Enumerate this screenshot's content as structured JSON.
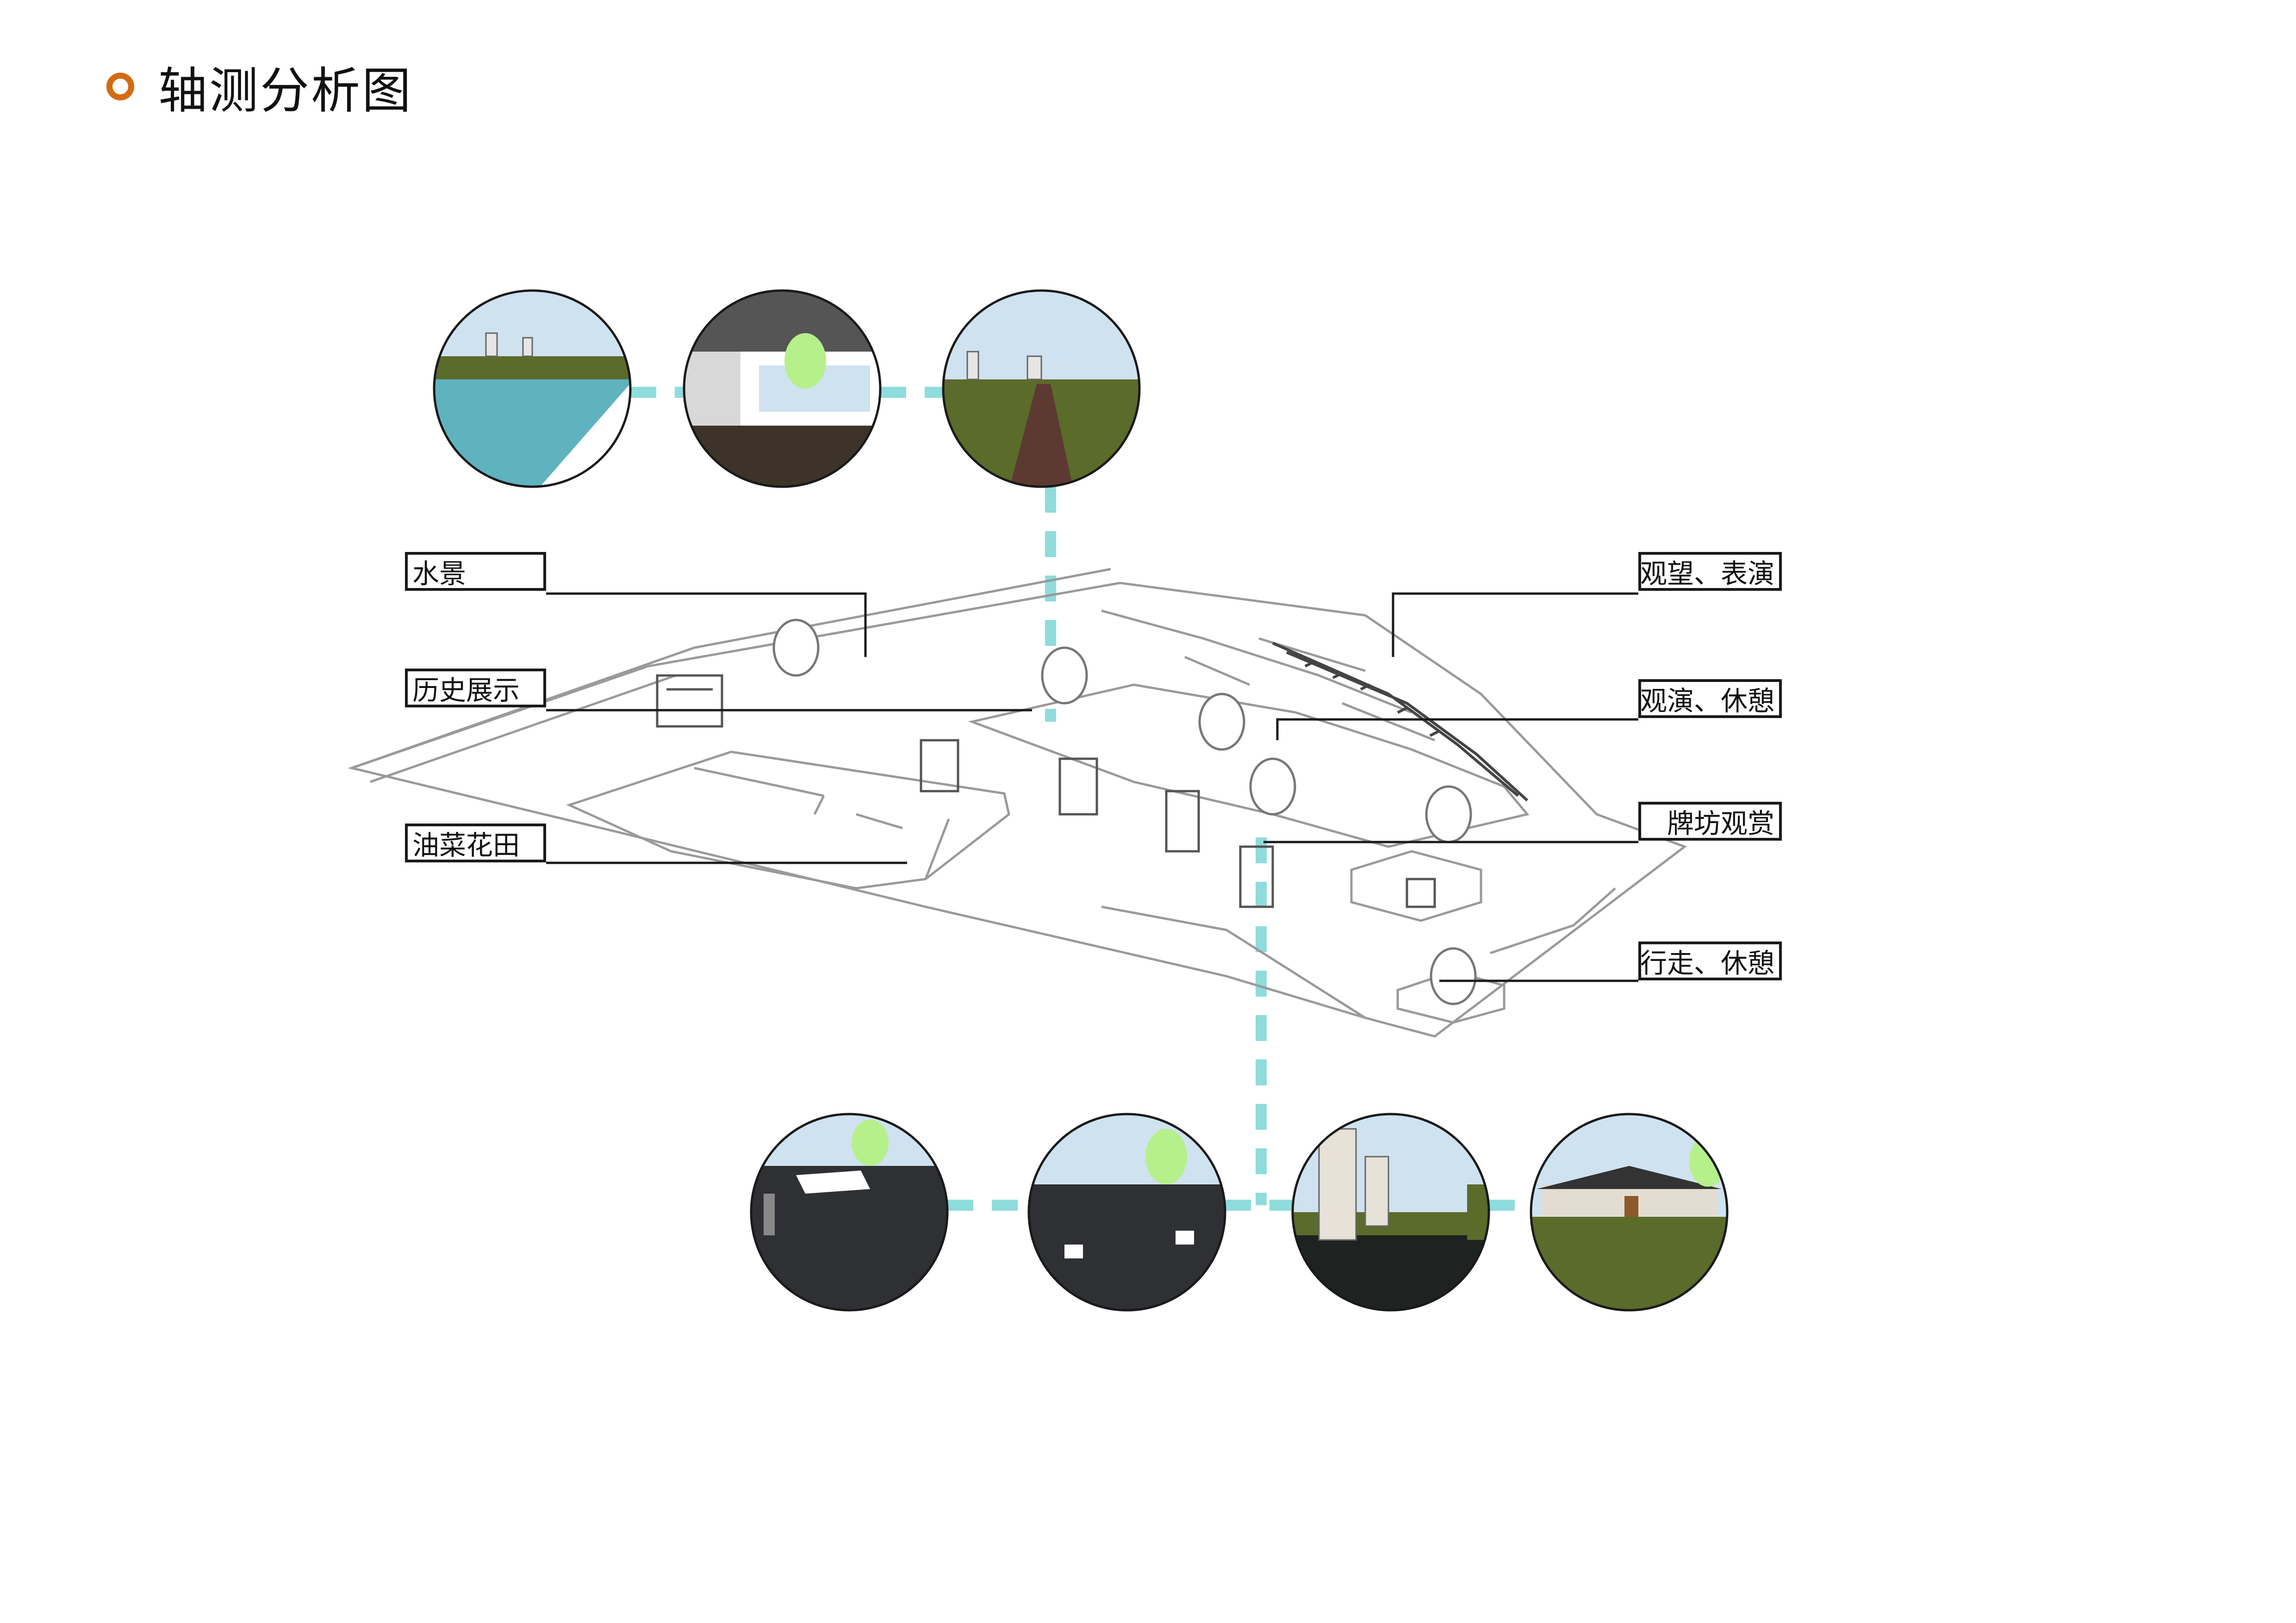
{
  "title": "轴测分析图",
  "colors": {
    "accent": "#d46a12",
    "connector": "#8fdcdc",
    "grass": "#5a6b2a",
    "sky": "#cfe2f0",
    "water": "#5fb3bf",
    "pavement": "#2e3033",
    "tree": "#b6f08a"
  },
  "labels": {
    "water": "水景",
    "history": "历史展示",
    "rapeseed": "油菜花田",
    "watch_perform": "观望、表演",
    "view_rest": "观演、休憩",
    "archway": "牌坊观赏",
    "walk_rest": "行走、休憩"
  }
}
